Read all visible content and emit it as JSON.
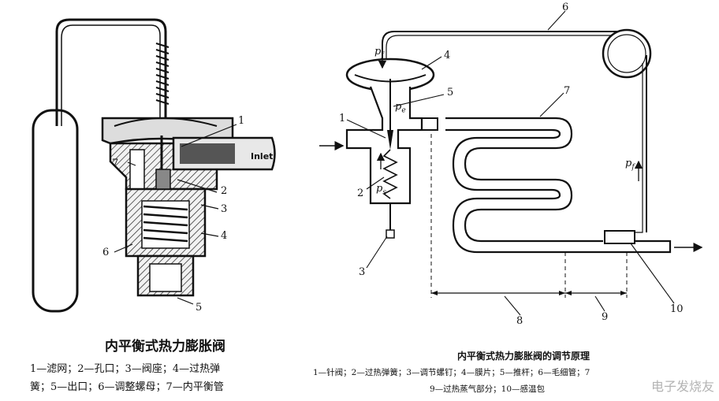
{
  "left": {
    "title": "内平衡式热力膨胀阀",
    "legend_line1": "1—滤网；2—孔口；3—阀座；4—过热弹",
    "legend_line2": "簧；5—出口；6—调整螺母；7—内平衡管",
    "inlet_label": "Inlet",
    "callouts": [
      "1",
      "2",
      "3",
      "4",
      "5",
      "6",
      "7"
    ]
  },
  "right": {
    "title": "内平衡式热力膨胀阀的调节原理",
    "legend_line1": "1—针阀；2—过热弹簧；3—调节螺钉；4—膜片；5—推杆；6—毛细管；7",
    "legend_line2": "9—过热蒸气部分；10—感温包",
    "callouts": [
      "1",
      "2",
      "3",
      "4",
      "5",
      "6",
      "7",
      "8",
      "9",
      "10"
    ],
    "pressure_labels": {
      "top": "p",
      "top_sub": "f",
      "mid": "p",
      "mid_sub": "e",
      "low": "p",
      "low_sub": "s",
      "right": "p",
      "right_sub": "f"
    }
  },
  "watermark": "电子发烧友"
}
